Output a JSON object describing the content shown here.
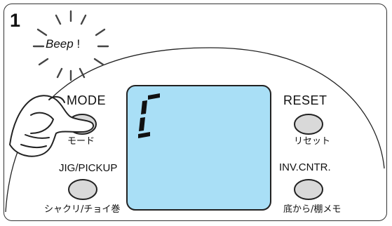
{
  "step_number": "1",
  "beep_text": "Beep",
  "beep_exclaim": "!",
  "lcd_display": "C",
  "buttons": {
    "mode": {
      "label": "MODE",
      "label_jp": "モード",
      "pressed": true
    },
    "jig_pickup": {
      "label": "JIG/PICKUP",
      "label_jp": "シャクリ/チョイ巻"
    },
    "reset": {
      "label": "RESET",
      "label_jp": "リセット"
    },
    "inv_cntr": {
      "label": "INV.CNTR.",
      "label_jp": "底から/棚メモ"
    }
  },
  "colors": {
    "lcd_screen": "#a9dff6",
    "button_fill": "#d9d9d9",
    "outline": "#222222"
  }
}
